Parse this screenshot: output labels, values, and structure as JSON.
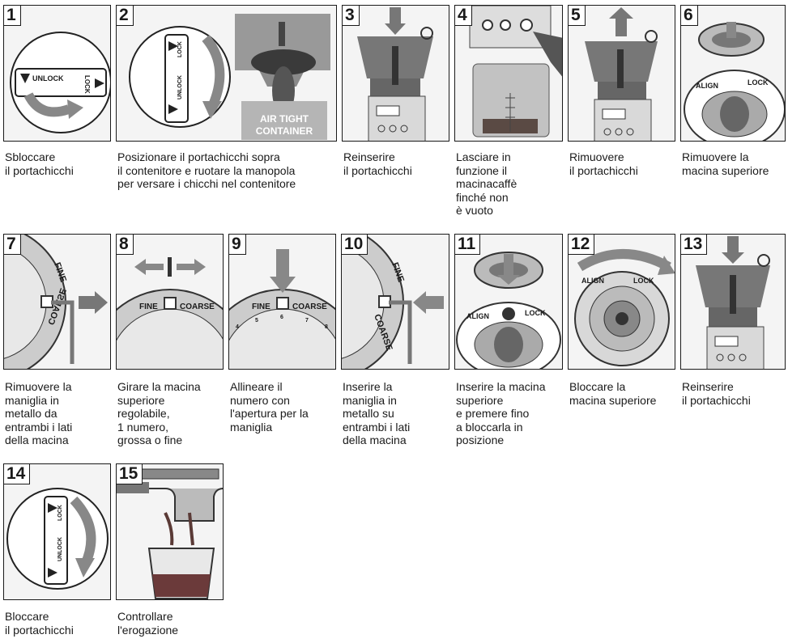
{
  "steps": [
    {
      "number": "1",
      "caption": "Sbloccare\nil portachicchi",
      "labels": {
        "unlock": "UNLOCK",
        "lock": "LOCK"
      }
    },
    {
      "number": "2",
      "caption": "Posizionare il portachicchi sopra\nil contenitore e ruotare la manopola\nper versare i chicchi nel contenitore",
      "labels": {
        "lock": "LOCK",
        "unlock": "UNLOCK",
        "container_line1": "AIR TIGHT",
        "container_line2": "CONTAINER"
      }
    },
    {
      "number": "3",
      "caption": "Reinserire\nil portachicchi"
    },
    {
      "number": "4",
      "caption": "Lasciare in\nfunzione il\nmacinacaffè\nfinché non\nè vuoto"
    },
    {
      "number": "5",
      "caption": "Rimuovere\nil portachicchi"
    },
    {
      "number": "6",
      "caption": "Rimuovere la\nmacina superiore",
      "labels": {
        "align": "ALIGN",
        "lock": "LOCK"
      }
    },
    {
      "number": "7",
      "caption": "Rimuovere la\nmaniglia in\nmetallo da\nentrambi i lati\ndella macina",
      "labels": {
        "fine": "FINE",
        "coarse": "COARSE"
      }
    },
    {
      "number": "8",
      "caption": "Girare la macina\nsuperiore\nregolabile,\n1 numero,\ngrossa o fine",
      "labels": {
        "fine": "FINE",
        "coarse": "COARSE"
      }
    },
    {
      "number": "9",
      "caption": "Allineare il\nnumero con\nl'apertura per la\nmaniglia",
      "labels": {
        "fine": "FINE",
        "coarse": "COARSE",
        "scale": [
          "4",
          "5",
          "6",
          "7",
          "8"
        ]
      }
    },
    {
      "number": "10",
      "caption": "Inserire la\nmaniglia in\nmetallo su\nentrambi i lati\ndella macina",
      "labels": {
        "fine": "FINE",
        "coarse": "COARSE"
      }
    },
    {
      "number": "11",
      "caption": "Inserire la macina\nsuperiore\ne premere fino\na bloccarla in\nposizione",
      "labels": {
        "align": "ALIGN",
        "lock": "LOCK"
      }
    },
    {
      "number": "12",
      "caption": "Bloccare la\nmacina superiore",
      "labels": {
        "align": "ALIGN",
        "lock": "LOCK"
      }
    },
    {
      "number": "13",
      "caption": "Reinserire\nil portachicchi"
    },
    {
      "number": "14",
      "caption": "Bloccare\nil portachicchi",
      "labels": {
        "lock": "LOCK",
        "unlock": "UNLOCK"
      }
    },
    {
      "number": "15",
      "caption": "Controllare\nl'erogazione"
    }
  ]
}
